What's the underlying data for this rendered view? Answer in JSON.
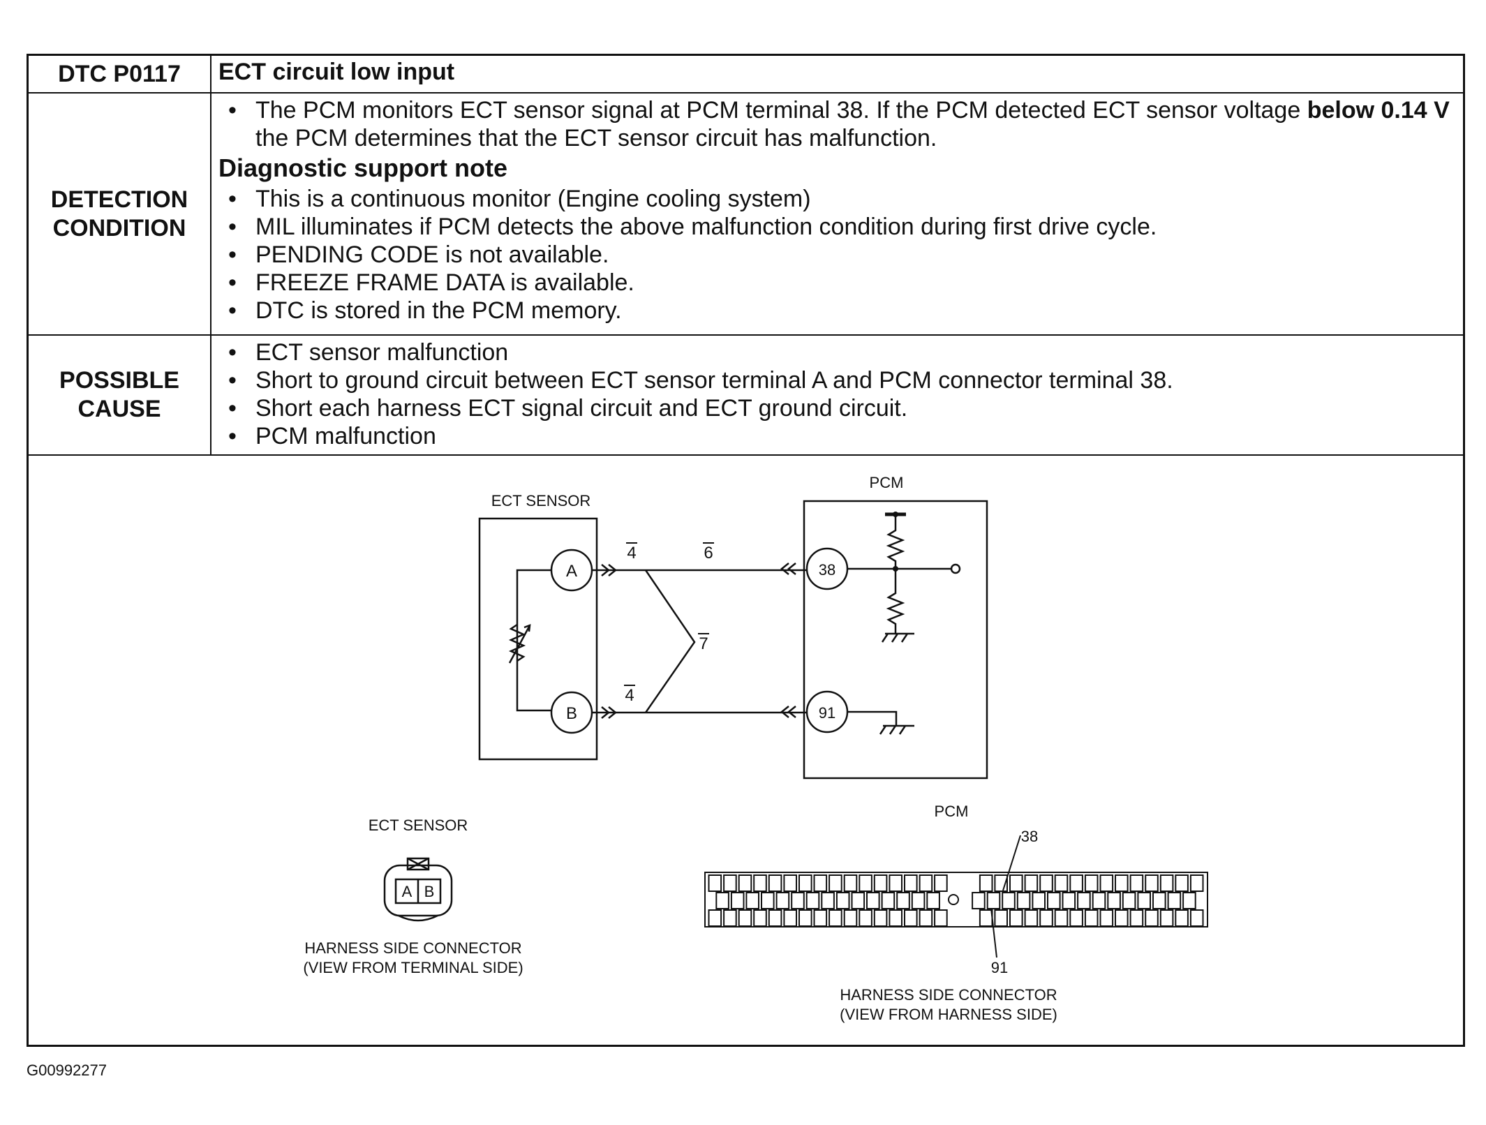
{
  "header": {
    "code": "DTC P0117",
    "title": "ECT circuit low input"
  },
  "detection": {
    "label_line1": "DETECTION",
    "label_line2": "CONDITION",
    "monitor_pre": "The PCM monitors ECT sensor signal at PCM terminal 38. If the PCM detected ECT sensor voltage ",
    "monitor_bold": "below 0.14 V",
    "monitor_post": " the PCM determines that the ECT sensor circuit has malfunction.",
    "note_title": "Diagnostic support note",
    "notes": [
      "This is a continuous monitor (Engine cooling system)",
      "MIL illuminates if PCM detects the above malfunction condition during first drive cycle.",
      "PENDING CODE is not available.",
      "FREEZE FRAME DATA is available.",
      "DTC is stored in the PCM memory."
    ]
  },
  "cause": {
    "label_line1": "POSSIBLE",
    "label_line2": "CAUSE",
    "items": [
      "ECT sensor malfunction",
      "Short to ground circuit between ECT sensor terminal A and PCM connector terminal 38.",
      "Short each harness ECT signal circuit and ECT ground circuit.",
      "PCM malfunction"
    ]
  },
  "schematic": {
    "sensor_label": "ECT SENSOR",
    "pcm_label": "PCM",
    "terminal_a": "A",
    "terminal_b": "B",
    "pcm_pin_38": "38",
    "pcm_pin_91": "91",
    "callout_4": "4",
    "callout_6": "6",
    "callout_7": "7"
  },
  "connectors": {
    "sensor_title": "ECT SENSOR",
    "sensor_pin_a": "A",
    "sensor_pin_b": "B",
    "sensor_caption1": "HARNESS SIDE CONNECTOR",
    "sensor_caption2": "(VIEW FROM TERMINAL SIDE)",
    "pcm_title": "PCM",
    "pin_38": "38",
    "pin_91": "91",
    "pcm_caption1": "HARNESS SIDE CONNECTOR",
    "pcm_caption2": "(VIEW FROM HARNESS SIDE)"
  },
  "figure_id": "G00992277"
}
